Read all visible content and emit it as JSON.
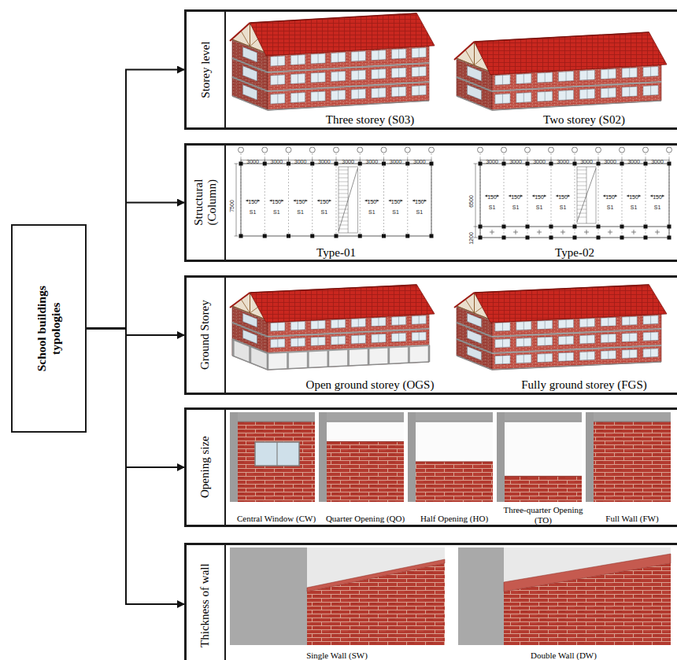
{
  "diagram": {
    "nodes": [
      {
        "text": [
          "School buildings typologies"
        ]
      },
      {
        "text": [
          "Storey level"
        ]
      },
      {
        "text": [
          "Structural (Column)"
        ]
      },
      {
        "text": [
          "Ground Storey"
        ]
      },
      {
        "text": [
          "Opening size"
        ]
      },
      {
        "text": [
          "Thickness of wall"
        ]
      }
    ],
    "edges": [
      {
        "from": 0,
        "to": 1,
        "arrow": "to"
      },
      {
        "from": 0,
        "to": 2,
        "arrow": "to"
      },
      {
        "from": 0,
        "to": 3,
        "arrow": "to"
      },
      {
        "from": 0,
        "to": 4,
        "arrow": "to"
      },
      {
        "from": 0,
        "to": 5,
        "arrow": "to"
      }
    ],
    "labels": [
      "Three storey (S03)",
      "Two storey (S02)",
      "3000",
      "3000",
      "3000",
      "3000",
      "3000",
      "3000",
      "3000",
      "3000",
      "150",
      "S1",
      "150",
      "S1",
      "150",
      "S1",
      "150",
      "S1",
      "150",
      "S1",
      "150",
      "S1",
      "150",
      "S1",
      "7500",
      "Type-01",
      "3000",
      "3000",
      "3000",
      "3000",
      "3000",
      "3000",
      "3000",
      "3000",
      "150",
      "S1",
      "150",
      "S1",
      "150",
      "S1",
      "150",
      "S1",
      "150",
      "S1",
      "150",
      "S1",
      "150",
      "S1",
      "6500",
      "1200",
      "Type-02",
      "Open ground storey (OGS)",
      "Fully ground storey (FGS)",
      "Central Window (CW)",
      "Quarter Opening (QO)",
      "Half Opening (HO)",
      "Three-quarter Opening (TO)",
      "Full Wall (FW)",
      "Single Wall (SW)",
      "Double Wall (DW)"
    ]
  }
}
